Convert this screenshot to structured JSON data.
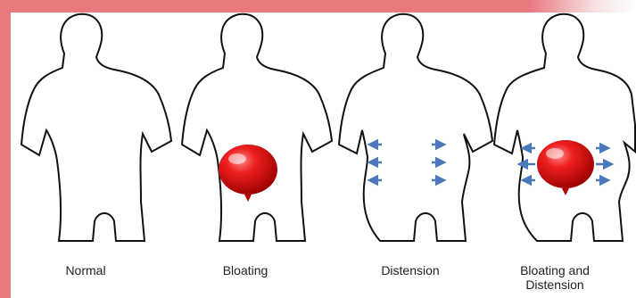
{
  "colors": {
    "background_pink": "#e9787f",
    "panel": "#ffffff",
    "outline": "#111111",
    "balloon": "#e01818",
    "arrow": "#4a78b8"
  },
  "figures": [
    {
      "label": "Normal",
      "bloating": false,
      "distension": false
    },
    {
      "label": "Bloating",
      "bloating": true,
      "distension": false
    },
    {
      "label": "Distension",
      "bloating": false,
      "distension": true
    },
    {
      "label": "Bloating and Distension",
      "bloating": true,
      "distension": true
    }
  ],
  "icons": [
    "balloon-icon",
    "arrow-icon"
  ]
}
